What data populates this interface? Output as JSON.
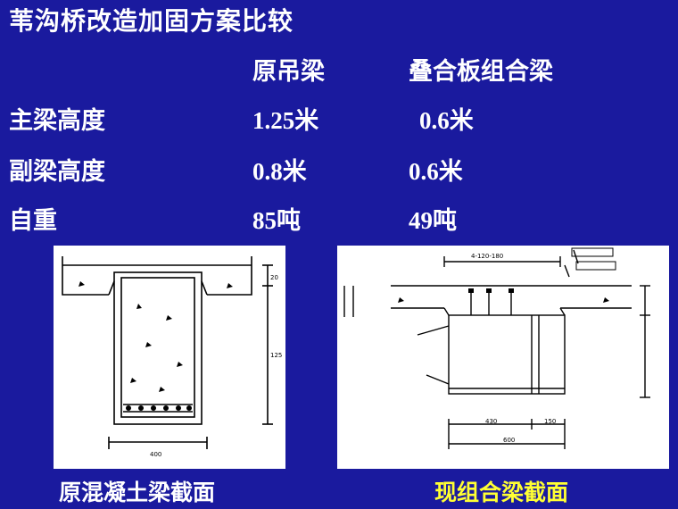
{
  "title": "苇沟桥改造加固方案比较",
  "columns": [
    "原吊梁",
    "叠合板组合梁"
  ],
  "rows": [
    {
      "label": "主梁高度",
      "values": [
        "1.25米",
        "0.6米"
      ]
    },
    {
      "label": "副梁高度",
      "values": [
        "0.8米",
        "0.6米"
      ]
    },
    {
      "label": "自重",
      "values": [
        "85吨",
        "49吨"
      ]
    }
  ],
  "captions": {
    "left": "原混凝土梁截面",
    "right": "现组合梁截面"
  },
  "colors": {
    "background": "#1a1a9e",
    "text": "#ffffff",
    "highlight": "#ffff33"
  }
}
